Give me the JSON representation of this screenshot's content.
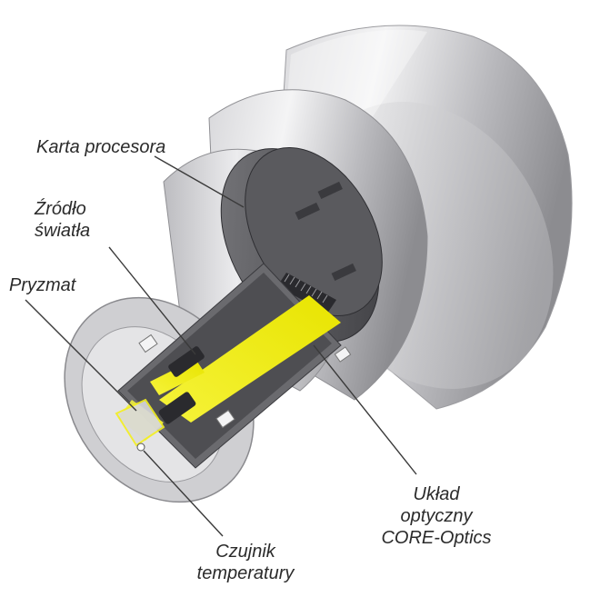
{
  "labels": {
    "processor_board": "Karta procesora",
    "light_source_line1": "Źródło",
    "light_source_line2": "światła",
    "prism": "Pryzmat",
    "optical_system_line1": "Układ",
    "optical_system_line2": "optyczny",
    "optical_system_line3": "CORE-Optics",
    "temp_sensor_line1": "Czujnik",
    "temp_sensor_line2": "temperatury"
  },
  "colors": {
    "light_beam": "#f2ef14",
    "metal_light": "#e8e8ea",
    "metal_dark": "#7c7c80",
    "leader_line": "#3a3a3a"
  }
}
